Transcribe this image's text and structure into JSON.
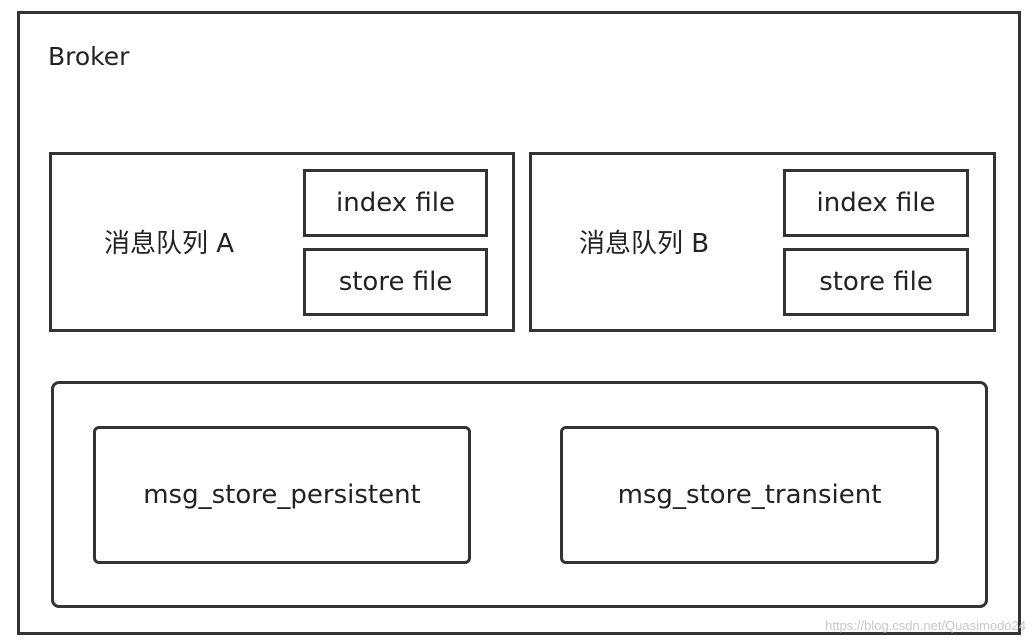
{
  "broker": {
    "title": "Broker"
  },
  "queues": [
    {
      "label": "消息队列 A",
      "index_file": "index file",
      "store_file": "store file"
    },
    {
      "label": "消息队列  B",
      "index_file": "index file",
      "store_file": "store file"
    }
  ],
  "message_store": {
    "persistent": "msg_store_persistent",
    "transient": "msg_store_transient"
  },
  "watermark": "https://blog.csdn.net/Quasimodo24"
}
